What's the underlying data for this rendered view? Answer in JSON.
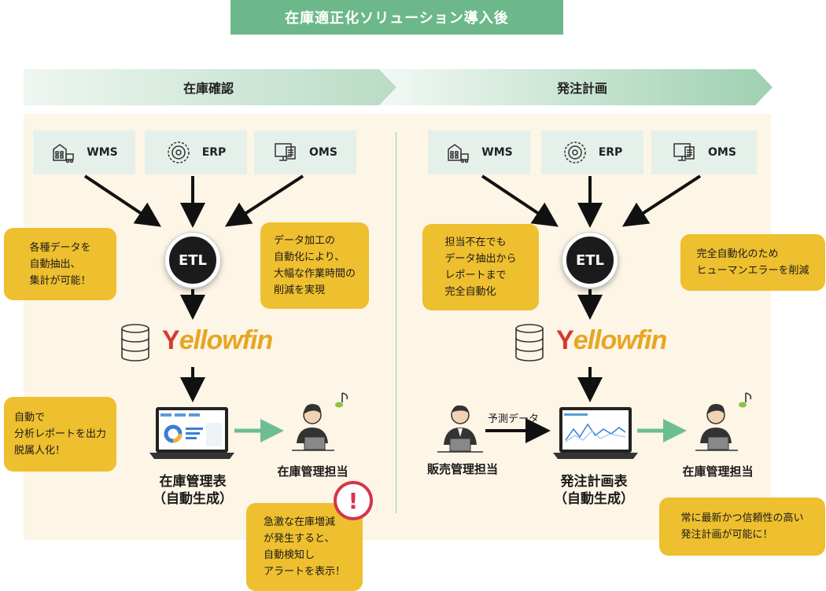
{
  "title": "在庫適正化ソリューション導入後",
  "sections": {
    "left": "在庫確認",
    "right": "発注計画"
  },
  "systems": {
    "wms": "WMS",
    "erp": "ERP",
    "oms": "OMS"
  },
  "etl": "ETL",
  "yellowfin": "ellowfin",
  "notes": {
    "left_top": [
      "各種データを",
      "自動抽出、",
      "集計が可能！"
    ],
    "left_mid": [
      "データ加工の",
      "自動化により、",
      "大幅な作業時間の",
      "削減を実現"
    ],
    "left_bottom": [
      "自動で",
      "分析レポートを出力",
      "脱属人化！"
    ],
    "alert": [
      "急激な在庫増減",
      "が発生すると、",
      "自動検知し",
      "アラートを表示！"
    ],
    "right_top": [
      "担当不在でも",
      "データ抽出から",
      "レポートまで",
      "完全自動化"
    ],
    "right_mid": [
      "完全自動化のため",
      "ヒューマンエラーを削減"
    ],
    "right_bottom": [
      "常に最新かつ信頼性の高い",
      "発注計画が可能に！"
    ]
  },
  "left_output": {
    "line1": "在庫管理表",
    "line2": "（自動生成）"
  },
  "right_output": {
    "line1": "発注計画表",
    "line2": "（自動生成）"
  },
  "persons": {
    "inventory": "在庫管理担当",
    "sales": "販売管理担当"
  },
  "forecast_label": "予測データ",
  "alert_mark": "!",
  "colors": {
    "title_green": "#6db88a",
    "panel": "#fdf5e6",
    "note_yellow": "#eebf2f",
    "alert_red": "#d6344a",
    "arrow_green": "#6dbd93"
  }
}
